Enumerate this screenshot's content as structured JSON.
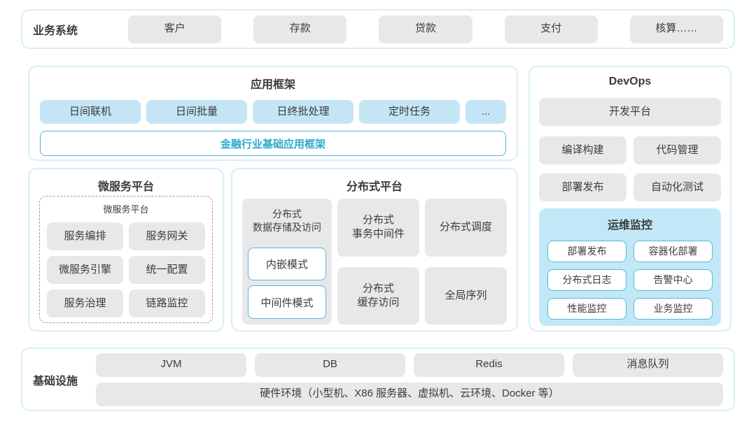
{
  "colors": {
    "accent_cyan": "#2BA9CC",
    "panel_border": "#D7EFF8",
    "blue_block": "#C4E5F5",
    "gray_block": "#E8E8E8",
    "ops_monitor_bg": "#C2E8F8",
    "outline_cyan": "#55B7D8"
  },
  "business_systems": {
    "label": "业务系统",
    "items": [
      "客户",
      "存款",
      "贷款",
      "支付",
      "核算……"
    ]
  },
  "app_framework": {
    "title": "应用框架",
    "items": [
      "日间联机",
      "日间批量",
      "日终批处理",
      "定时任务",
      "..."
    ],
    "base_label": "金融行业基础应用框架"
  },
  "microservice": {
    "title": "微服务平台",
    "inner_title": "微服务平台",
    "items": [
      "服务编排",
      "服务网关",
      "微服务引擎",
      "统一配置",
      "服务治理",
      "链路监控"
    ]
  },
  "distributed": {
    "title": "分布式平台",
    "storage": {
      "title_line1": "分布式",
      "title_line2": "数据存储及访问",
      "modes": [
        "内嵌模式",
        "中间件模式"
      ]
    },
    "transaction": {
      "line1": "分布式",
      "line2": "事务中间件"
    },
    "scheduler": "分布式调度",
    "cache": {
      "line1": "分布式",
      "line2": "缓存访问"
    },
    "sequence": "全局序列"
  },
  "devops": {
    "title": "DevOps",
    "platform": "开发平台",
    "items": [
      "编译构建",
      "代码管理",
      "部署发布",
      "自动化测试"
    ],
    "ops_monitor": {
      "title": "运维监控",
      "items": [
        "部署发布",
        "容器化部署",
        "分布式日志",
        "告警中心",
        "性能监控",
        "业务监控"
      ]
    }
  },
  "infrastructure": {
    "label": "基础设施",
    "items": [
      "JVM",
      "DB",
      "Redis",
      "消息队列"
    ],
    "hardware": "硬件环境（小型机、X86 服务器、虚拟机、云环境、Docker 等）"
  }
}
